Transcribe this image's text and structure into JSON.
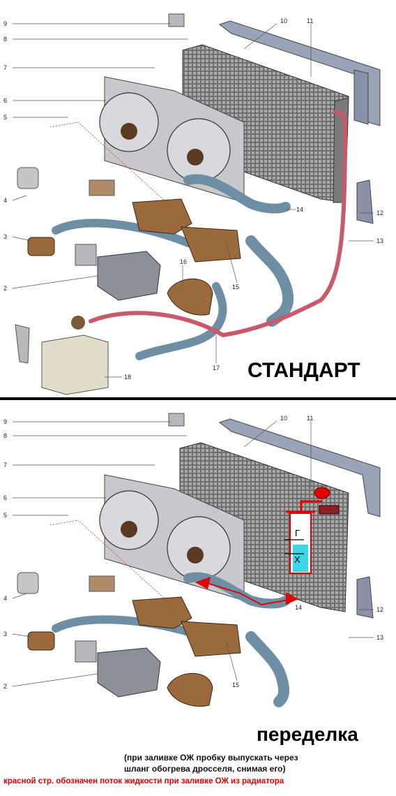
{
  "titles": {
    "standard": "СТАНДАРТ",
    "modified": "переделка"
  },
  "notes": {
    "line1": "(при заливке ОЖ пробку выпускать через",
    "line2": "шланг обогрева дросселя, снимая его)",
    "red": "красной стр. обозначен поток жидкости при заливке ОЖ из радиатора"
  },
  "top_callouts": [
    "9",
    "8",
    "7",
    "6",
    "5",
    "4",
    "3",
    "2",
    "10",
    "11",
    "12",
    "13",
    "14",
    "15",
    "16",
    "17",
    "18"
  ],
  "bottom_callouts": [
    "9",
    "8",
    "7",
    "6",
    "5",
    "4",
    "3",
    "2",
    "10",
    "11",
    "12",
    "13",
    "14",
    "15"
  ],
  "tank_labels": {
    "g": "Г",
    "x": "Х"
  },
  "colors": {
    "hose_blue": "#6e8fa3",
    "hose_red": "#c85a6a",
    "radiator": "#8a8a8a",
    "frame": "#9aa3b8",
    "brass": "#9a6a3c",
    "arrow_red": "#e00000",
    "coolant": "#3cd8e8"
  }
}
